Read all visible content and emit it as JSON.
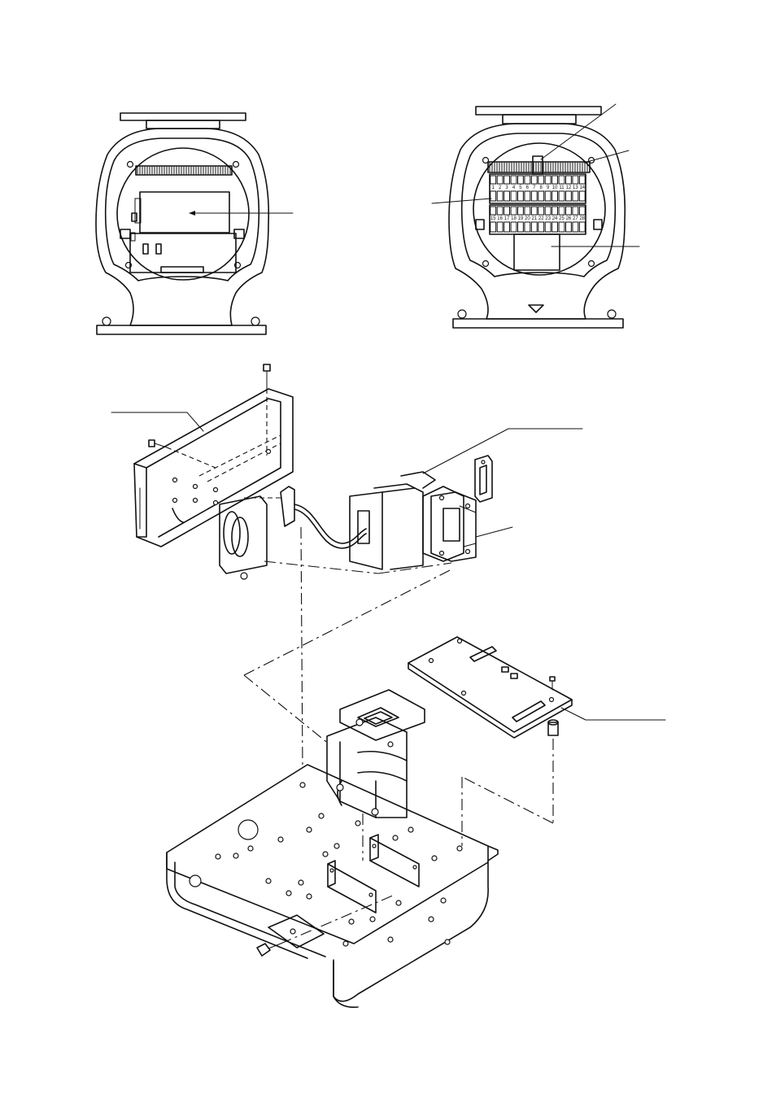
{
  "figure": {
    "kind": "exploded mechanical assembly drawing",
    "terminal_numbers_row1": [
      "1",
      "2",
      "3",
      "4",
      "5",
      "6",
      "7",
      "8",
      "9",
      "10",
      "11",
      "12",
      "13",
      "14"
    ],
    "terminal_numbers_row2": [
      "15",
      "16",
      "17",
      "18",
      "19",
      "20",
      "21",
      "22",
      "23",
      "24",
      "25",
      "26",
      "27",
      "28"
    ]
  }
}
